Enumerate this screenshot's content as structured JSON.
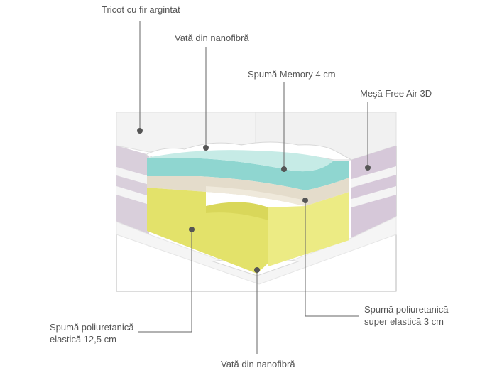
{
  "labels": {
    "tricot": "Tricot cu fir argintat",
    "vata_top": "Vată din nanofibră",
    "memory": "Spumă Memory 4 cm",
    "mesa": "Meşă Free Air 3D",
    "super_line1": "Spumă poliuretanică",
    "super_line2": "super elastică 3 cm",
    "elastic_line1": "Spumă poliuretanică",
    "elastic_line2": "elastică 12,5 cm",
    "vata_bottom": "Vată din nanofibră"
  },
  "colors": {
    "memory_foam": "#8fd6d0",
    "super_foam": "#e4dccb",
    "elastic_foam": "#e3e26a",
    "mesh_side": "#c9b9cc",
    "cover": "#f4f4f4",
    "leader": "#666666"
  }
}
